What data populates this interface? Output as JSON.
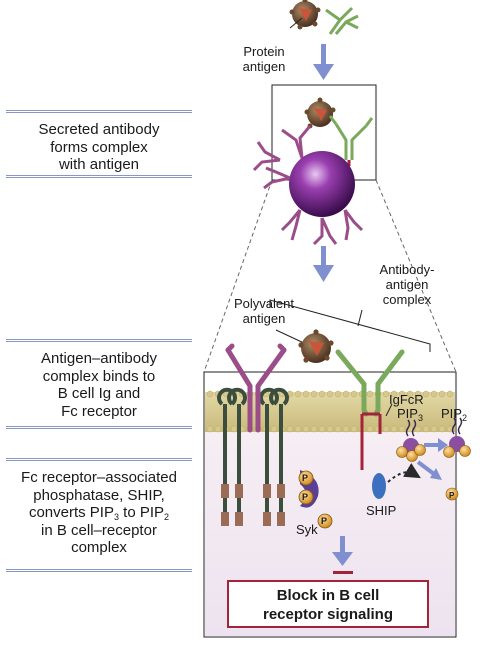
{
  "steps": [
    {
      "lines": [
        "Secreted antibody",
        "forms complex",
        "with antigen"
      ]
    },
    {
      "lines": [
        "Antigen–antibody",
        "complex binds to",
        "B cell Ig and",
        "Fc receptor"
      ]
    },
    {
      "lines": [
        "Fc receptor–associated",
        "phosphatase, SHIP,",
        "converts PIP",
        "to PIP",
        "in B cell–receptor",
        "complex"
      ],
      "subs": [
        "3",
        "2"
      ]
    }
  ],
  "labels": {
    "protein_antigen": [
      "Protein",
      "antigen"
    ],
    "antibody_antigen_complex": [
      "Antibody-",
      "antigen",
      "complex"
    ],
    "polyvalent_antigen": [
      "Polyvalent",
      "antigen"
    ],
    "igfcr": "IgFcR",
    "pip3": "PIP",
    "pip3_sub": "3",
    "pip2": "PIP",
    "pip2_sub": "2",
    "syk": "Syk",
    "ship": "SHIP",
    "phosphate": "P"
  },
  "result": [
    "Block in B cell",
    "receptor signaling"
  ],
  "colors": {
    "step_border": "#8a97c6",
    "result_border": "#a3233b",
    "arrow": "#7f8fcf",
    "antibody_green": "#7aa95c",
    "bcr_purple": "#9b4d8a",
    "ship_blue": "#3d6fc0",
    "syk_purple": "#5a3f94",
    "phosphate": "#e0a53a"
  }
}
